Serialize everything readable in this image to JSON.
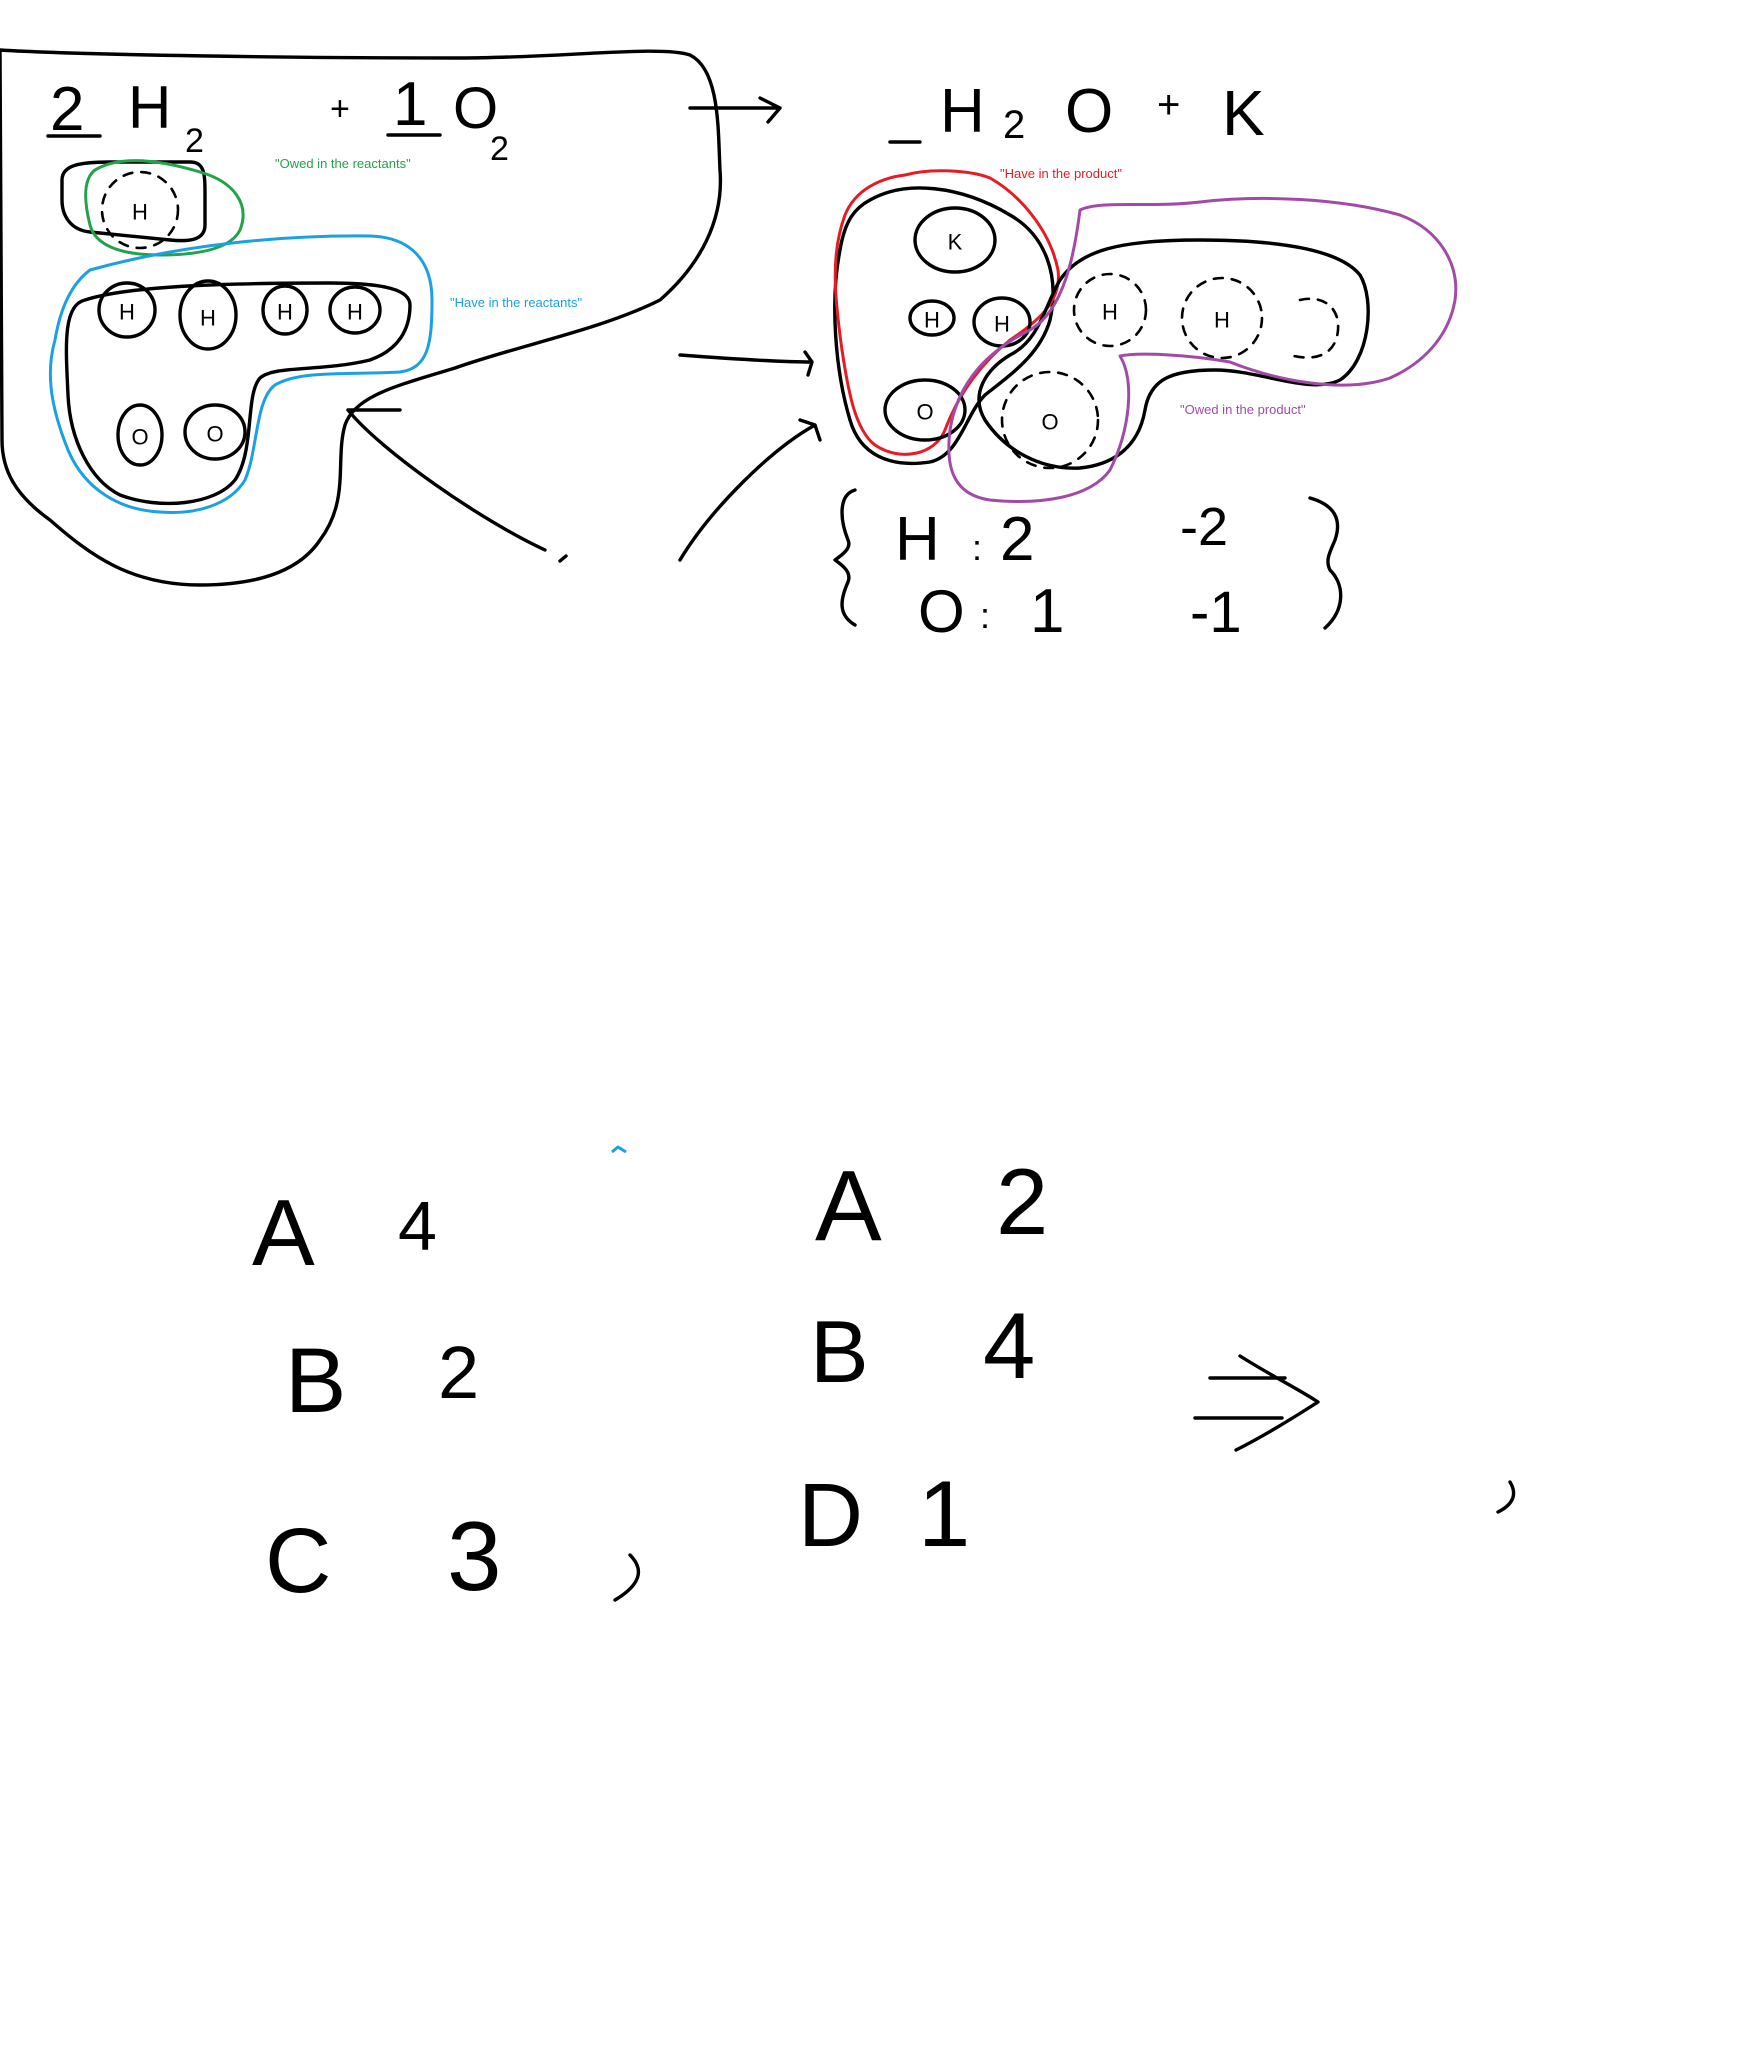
{
  "top": {
    "reactants": {
      "coef1": "2",
      "species1": "H",
      "sub1": "2",
      "plus": "+",
      "coef2": "1",
      "species2": "O",
      "sub2": "2"
    },
    "products": {
      "coef_blank": "_",
      "species1": "H",
      "sub1": "2",
      "species1b": "O",
      "plus": "+",
      "species2": "K"
    },
    "atoms": {
      "reactant_h": [
        "H",
        "H",
        "H",
        "H"
      ],
      "reactant_o": [
        "O",
        "O"
      ],
      "owed_reactant_h": "H",
      "product_k": "K",
      "product_h": [
        "H",
        "H"
      ],
      "product_o": "O",
      "owed_product_h": [
        "H",
        "H"
      ],
      "owed_product_o": "O"
    },
    "annotations": {
      "owed_reactants": "\"Owed in the reactants\"",
      "have_reactants": "\"Have in the reactants\"",
      "have_product": "\"Have in the product\"",
      "owed_product": "\"Owed in the product\""
    },
    "tally": {
      "row1_label": "H",
      "row1_sep": ":",
      "row1_value": "2",
      "row1_owed": "-2",
      "row2_label": "O",
      "row2_sep": ":",
      "row2_value": "1",
      "row2_owed": "-1"
    }
  },
  "bottom": {
    "left_list": [
      {
        "letter": "A",
        "number": "4"
      },
      {
        "letter": "B",
        "number": "2"
      },
      {
        "letter": "C",
        "number": "3"
      }
    ],
    "right_list": [
      {
        "letter": "A",
        "number": "2"
      },
      {
        "letter": "B",
        "number": "4"
      },
      {
        "letter": "D",
        "number": "1"
      }
    ]
  },
  "colors": {
    "ink": "#000000",
    "owed_reactants": "#22a34a",
    "have_reactants": "#1ba1e2",
    "have_product": "#e51c23",
    "owed_product": "#a24aa8"
  }
}
